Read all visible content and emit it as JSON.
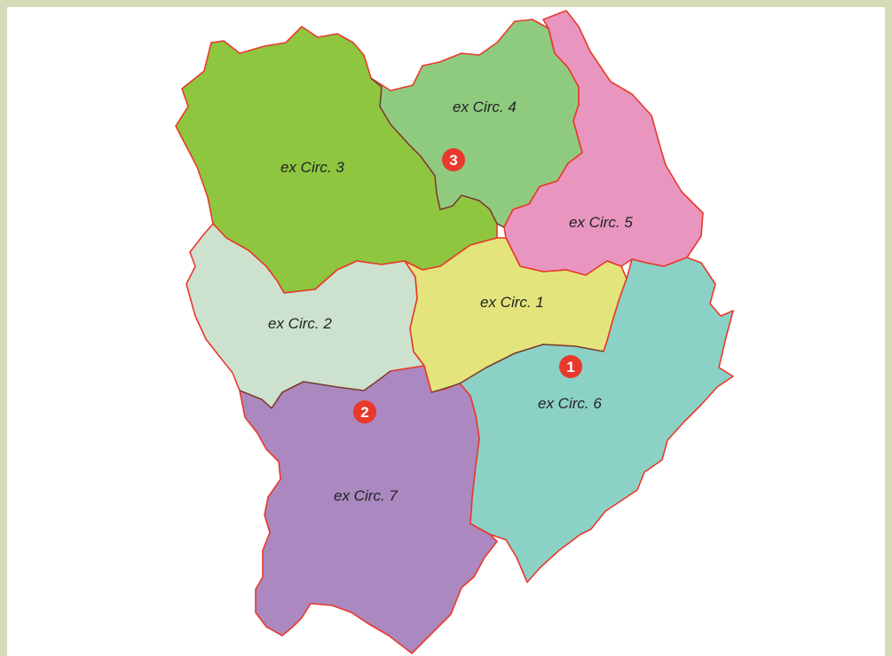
{
  "map": {
    "districts": [
      {
        "id": "c1",
        "label": "ex Circ. 1",
        "color": "#e3e57c"
      },
      {
        "id": "c2",
        "label": "ex Circ. 2",
        "color": "#cce2cf"
      },
      {
        "id": "c3",
        "label": "ex Circ. 3",
        "color": "#8ec63f"
      },
      {
        "id": "c4",
        "label": "ex Circ. 4",
        "color": "#8fcb7f"
      },
      {
        "id": "c5",
        "label": "ex Circ. 5",
        "color": "#e896bf"
      },
      {
        "id": "c6",
        "label": "ex Circ. 6",
        "color": "#8cd1c6"
      },
      {
        "id": "c7",
        "label": "ex Circ. 7",
        "color": "#ab88c0"
      }
    ],
    "markers": [
      {
        "number": "1",
        "color": "#e8392b"
      },
      {
        "number": "2",
        "color": "#e8392b"
      },
      {
        "number": "3",
        "color": "#e8392b"
      }
    ],
    "border_color": "#e8392b",
    "frame_color": "#d6dcb7"
  }
}
